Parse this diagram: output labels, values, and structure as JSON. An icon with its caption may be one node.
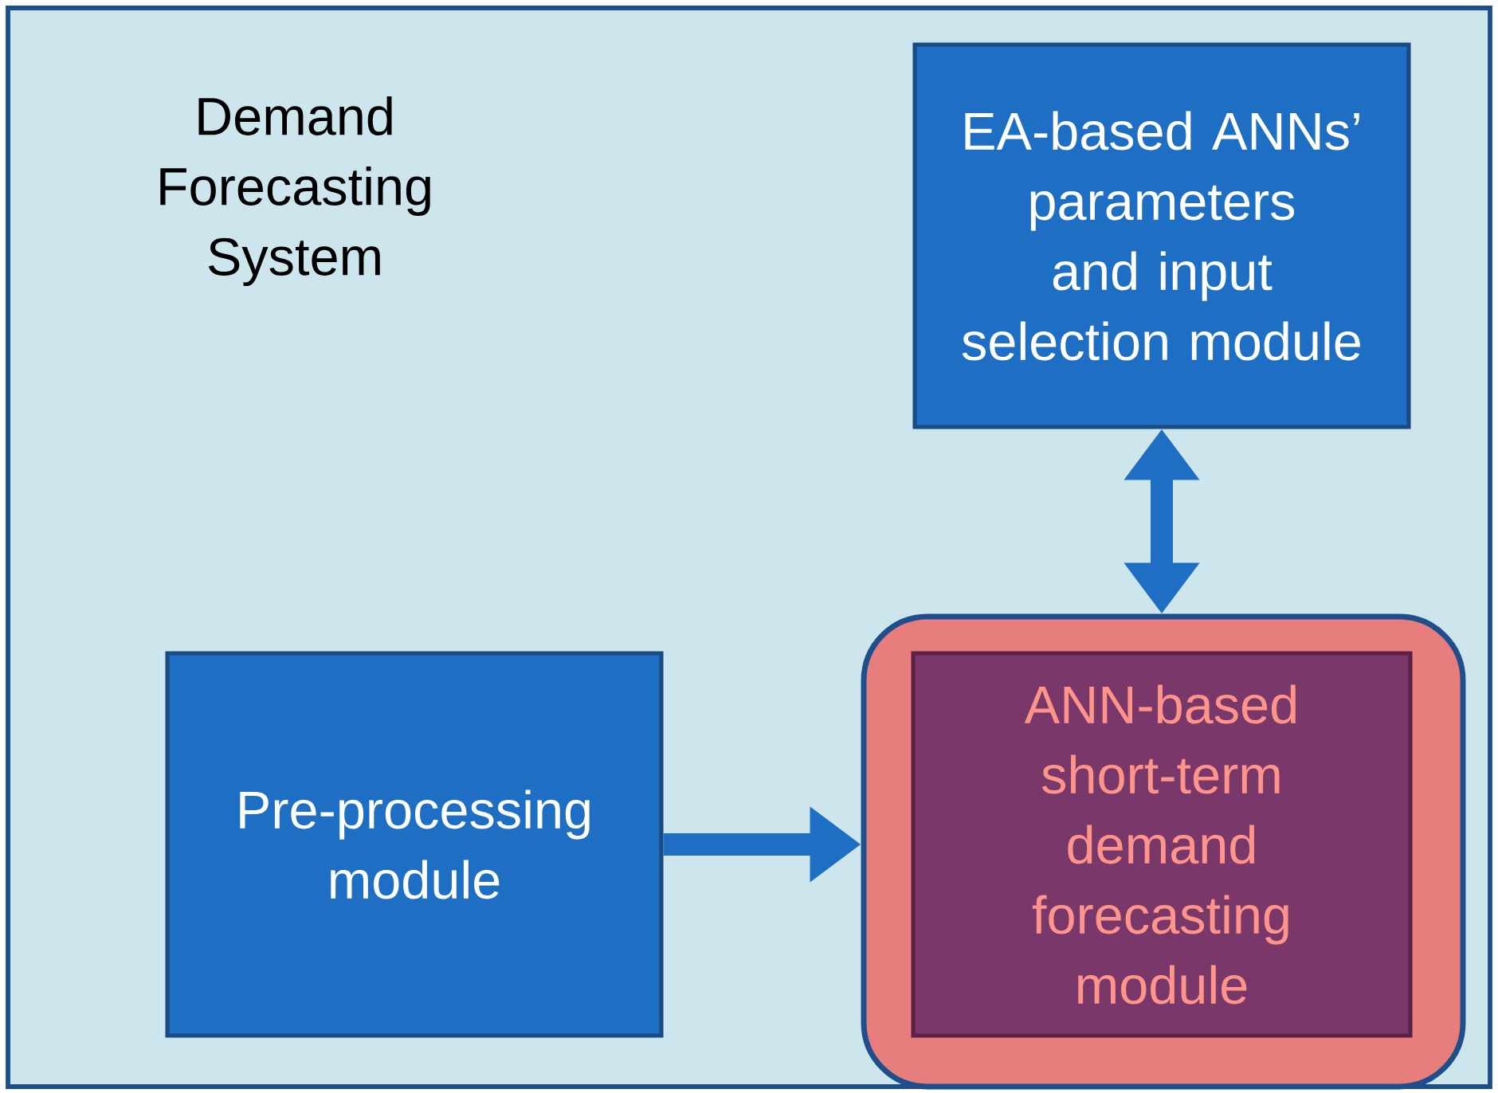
{
  "diagram": {
    "nodes": [
      {
        "text": [
          "Demand Forecasting System"
        ]
      },
      {
        "text": [
          "EA-based ANNs’ parameters and input selection module"
        ],
        "in": 0
      },
      {
        "text": [
          "Pre-processing module"
        ],
        "in": 0
      },
      {
        "text": [],
        "shape": "box",
        "in": 0
      },
      {
        "text": [
          "ANN-based short-term demand forecasting module"
        ],
        "in": 3
      }
    ],
    "edges": [
      {
        "from": 1,
        "to": 3,
        "arrow": "both"
      },
      {
        "from": 2,
        "to": 3,
        "arrow": "to"
      }
    ]
  }
}
